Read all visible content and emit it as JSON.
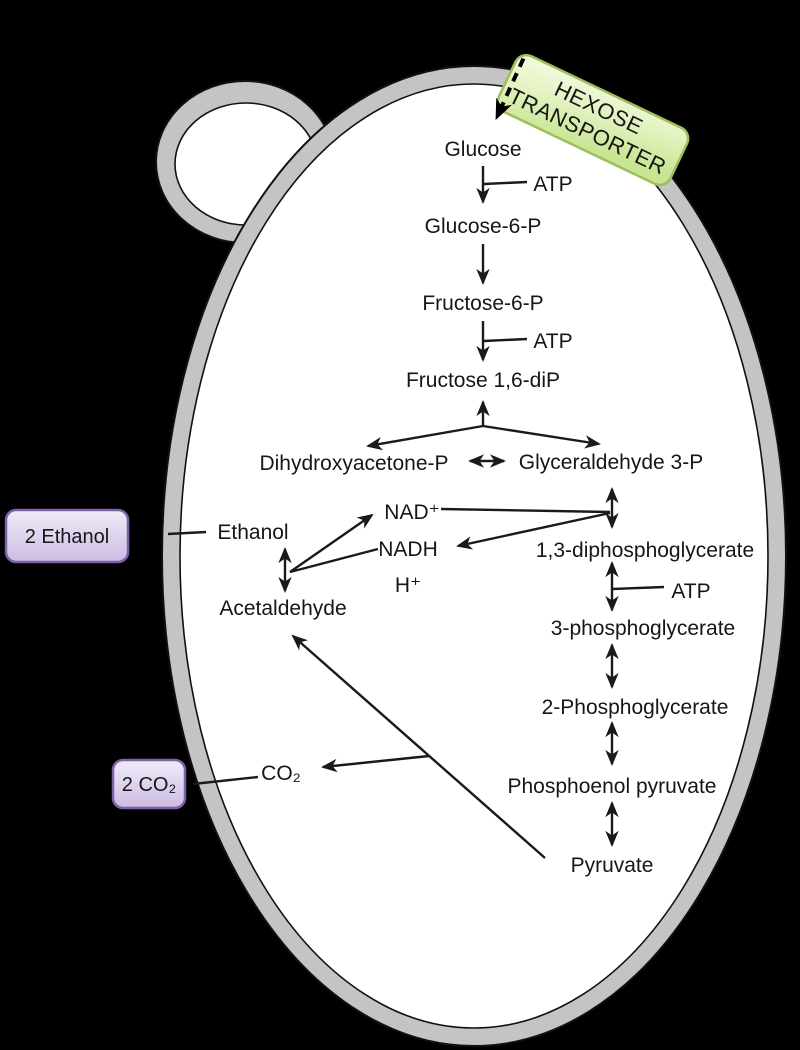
{
  "colors": {
    "background": "#000000",
    "membrane": "#c4c4c4",
    "cell_interior": "#ffffff",
    "outline": "#1a1a1a",
    "transporter_fill_light": "#f5fbe3",
    "transporter_fill_mid": "#e2f2bf",
    "transporter_fill_dark": "#c8e593",
    "transporter_border": "#9cc05c",
    "external_box_fill_light": "#f0ebf9",
    "external_box_fill_dark": "#cdbce3",
    "external_box_border": "#7d63a5"
  },
  "transporter": {
    "line1": "HEXOSE",
    "line2": "TRANSPORTER"
  },
  "external": {
    "ethanol": "2 Ethanol",
    "co2": "2 CO₂"
  },
  "metabolites": {
    "glucose": "Glucose",
    "glucose6p": "Glucose-6-P",
    "fructose6p": "Fructose-6-P",
    "fructose16dip": "Fructose 1,6-diP",
    "dhap": "Dihydroxyacetone-P",
    "g3p": "Glyceraldehyde 3-P",
    "dpg13": "1,3-diphosphoglycerate",
    "pg3": "3-phosphoglycerate",
    "pg2": "2-Phosphoglycerate",
    "pep": "Phosphoenol pyruvate",
    "pyruvate": "Pyruvate",
    "acetaldehyde": "Acetaldehyde",
    "ethanol": "Ethanol",
    "co2": "CO₂"
  },
  "cofactors": {
    "atp1": "ATP",
    "atp2": "ATP",
    "atp3": "ATP",
    "nad": "NAD⁺",
    "nadh": "NADH",
    "hplus": "H⁺"
  }
}
